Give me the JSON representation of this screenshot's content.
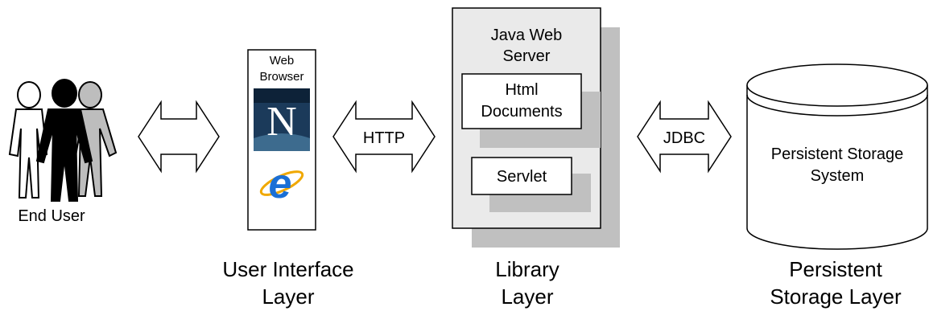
{
  "end_user": {
    "label": "End User",
    "icon": "people-group-icon"
  },
  "browser": {
    "title_line1": "Web",
    "title_line2": "Browser",
    "icons": [
      "netscape-n-icon",
      "internet-explorer-e-icon"
    ],
    "netscape_letter": "N",
    "ie_letter": "e"
  },
  "arrows": {
    "ui_to_user": "",
    "http": "HTTP",
    "jdbc": "JDBC"
  },
  "server": {
    "title_line1": "Java Web",
    "title_line2": "Server",
    "html_docs_line1": "Html",
    "html_docs_line2": "Documents",
    "servlet": "Servlet"
  },
  "storage": {
    "line1": "Persistent Storage",
    "line2": "System"
  },
  "layers": {
    "ui": {
      "line1": "User Interface",
      "line2": "Layer"
    },
    "library": {
      "line1": "Library",
      "line2": "Layer"
    },
    "persistent": {
      "line1": "Persistent",
      "line2": "Storage Layer"
    }
  },
  "colors": {
    "shadow": "#c0c0c0",
    "server_fill": "#eaeaea",
    "netscape_bg": "#1b3a5a",
    "ie_blue": "#1a6fd6"
  }
}
